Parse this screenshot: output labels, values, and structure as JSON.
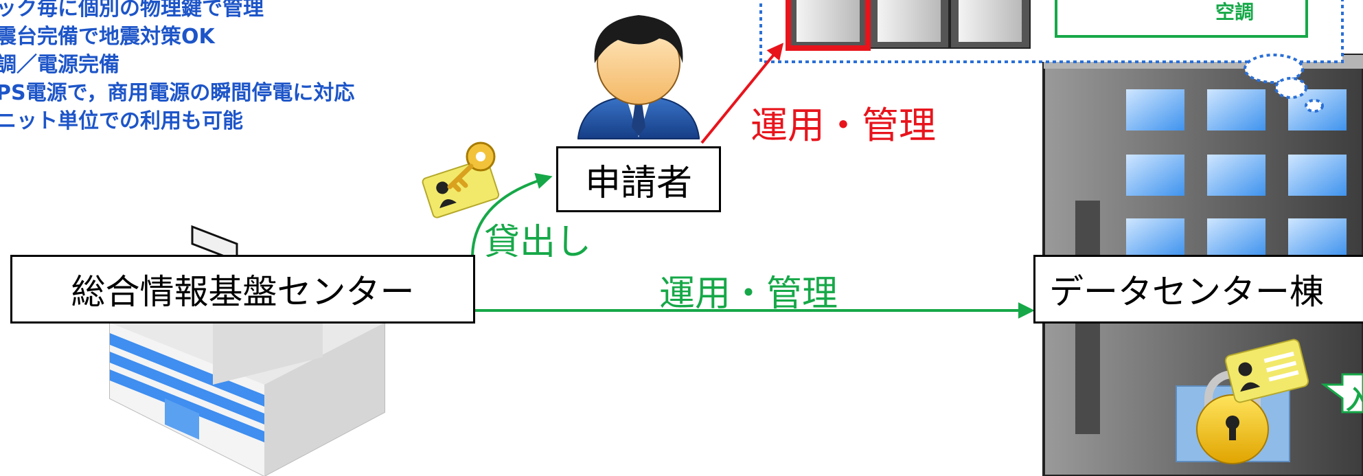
{
  "bullets": [
    "ック毎に個別の物理鍵で管理",
    "震台完備で地震対策OK",
    "調／電源完備",
    "PS電源で，商用電源の瞬間停電に対応",
    "ニット単位での利用も可能"
  ],
  "labels": {
    "sogo_center": "総合情報基盤センター",
    "applicant": "申請者",
    "datacenter": "データセンター棟",
    "aircon": "空調"
  },
  "arrows": {
    "lend": "貸出し",
    "ops_green": "運用・管理",
    "ops_red": "運用・管理"
  },
  "speech_partial": "入",
  "colors": {
    "accent_blue": "#1d55c8",
    "green": "#16a848",
    "red": "#e8141c",
    "dotted_blue": "#2a6fd6"
  }
}
